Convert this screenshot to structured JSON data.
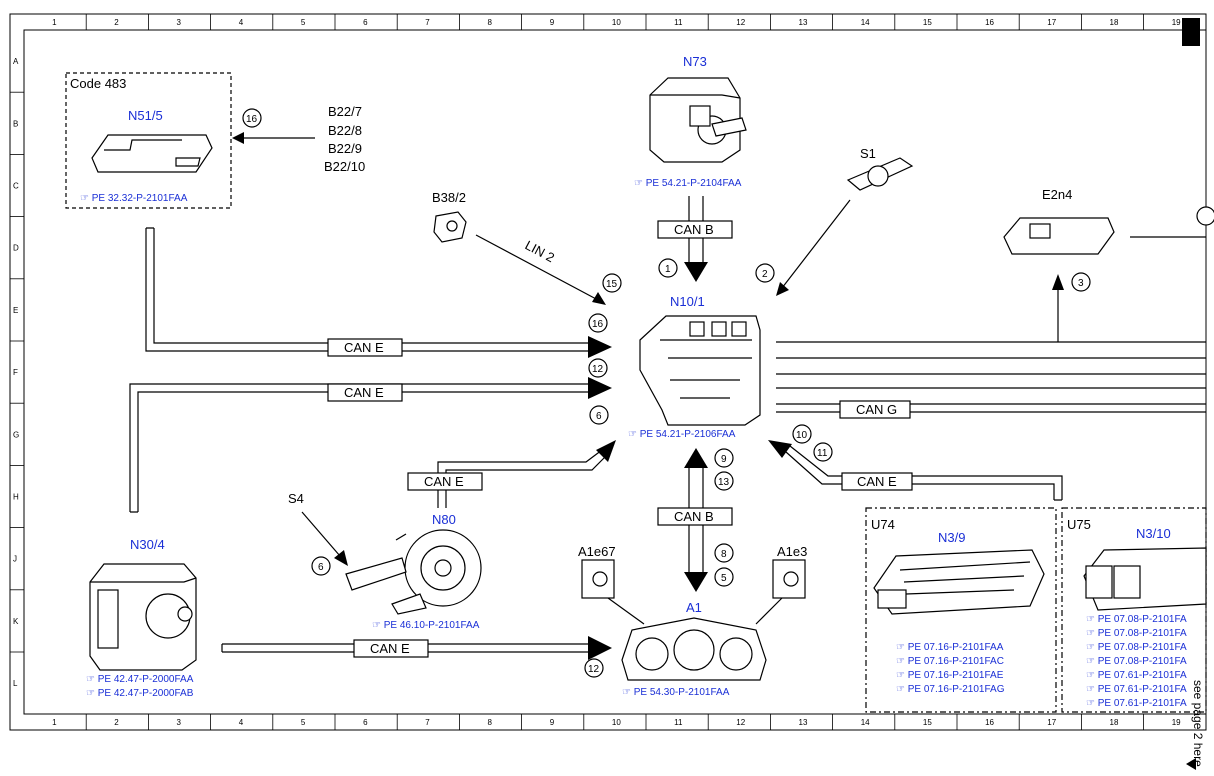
{
  "grid": {
    "columns": [
      "1",
      "2",
      "3",
      "4",
      "5",
      "6",
      "7",
      "8",
      "9",
      "10",
      "11",
      "12",
      "13",
      "14",
      "15",
      "16",
      "17",
      "18",
      "19"
    ],
    "rows": [
      "A",
      "B",
      "C",
      "D",
      "E",
      "F",
      "G",
      "H",
      "J",
      "K",
      "L"
    ]
  },
  "components": {
    "n51_5": {
      "code": "Code 483",
      "label": "N51/5",
      "ref": "PE 32.32-P-2101FAA"
    },
    "b22_list": [
      "B22/7",
      "B22/8",
      "B22/9",
      "B22/10"
    ],
    "n73": {
      "label": "N73",
      "ref": "PE 54.21-P-2104FAA"
    },
    "s1": {
      "label": "S1"
    },
    "e2n4": {
      "label": "E2n4"
    },
    "b38_2": {
      "label": "B38/2"
    },
    "n10_1": {
      "label": "N10/1",
      "ref": "PE 54.21-P-2106FAA"
    },
    "n30_4": {
      "label": "N30/4",
      "refs": [
        "PE 42.47-P-2000FAA",
        "PE 42.47-P-2000FAB"
      ]
    },
    "s4": {
      "label": "S4"
    },
    "n80": {
      "label": "N80",
      "ref": "PE 46.10-P-2101FAA"
    },
    "a1e67": {
      "label": "A1e67"
    },
    "a1e3": {
      "label": "A1e3"
    },
    "a1": {
      "label": "A1",
      "ref": "PE 54.30-P-2101FAA"
    },
    "u74": {
      "code": "U74",
      "label": "N3/9",
      "refs": [
        "PE 07.16-P-2101FAA",
        "PE 07.16-P-2101FAC",
        "PE 07.16-P-2101FAE",
        "PE 07.16-P-2101FAG"
      ]
    },
    "u75": {
      "code": "U75",
      "label": "N3/10",
      "refs": [
        "PE 07.08-P-2101FA",
        "PE 07.08-P-2101FA",
        "PE 07.08-P-2101FA",
        "PE 07.08-P-2101FA",
        "PE 07.61-P-2101FA",
        "PE 07.61-P-2101FA",
        "PE 07.61-P-2101FA"
      ]
    }
  },
  "buses": {
    "can_b_top": "CAN B",
    "can_b_bottom": "CAN B",
    "can_e_1": "CAN E",
    "can_e_2": "CAN E",
    "can_e_3": "CAN E",
    "can_e_4": "CAN E",
    "can_e_5": "CAN E",
    "can_g": "CAN G",
    "lin2": "LIN 2"
  },
  "circles": {
    "c16_top": "16",
    "c1": "1",
    "c2": "2",
    "c3": "3",
    "c15": "15",
    "c16": "16",
    "c12_top": "12",
    "c6": "6",
    "c9": "9",
    "c13": "13",
    "c10": "10",
    "c11": "11",
    "c8": "8",
    "c5": "5",
    "c6_s4": "6",
    "c12_bottom": "12"
  },
  "side_note": "see page 2 here"
}
